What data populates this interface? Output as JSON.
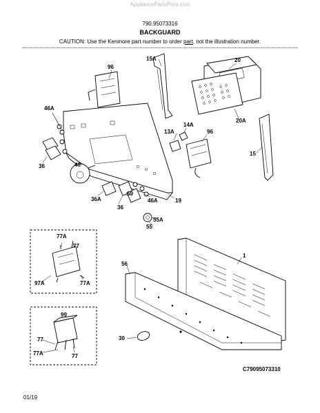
{
  "header": {
    "watermark": "AppliancePartsPros.com",
    "model_number": "790.95073316",
    "section_title": "BACKGUARD",
    "caution_prefix": "CAUTION: Use the Kenmore part number to order ",
    "caution_underlined": "part",
    "caution_suffix": ", not the illustration number."
  },
  "callouts": {
    "c96_top": "96",
    "c15a": "15A",
    "c20": "20",
    "c20a": "20A",
    "c46a_left": "46A",
    "c36_left": "36",
    "c13a": "13A",
    "c14a": "14A",
    "c96_right": "96",
    "c15": "15",
    "c46": "46",
    "c36a": "36A",
    "c69": "69",
    "c36_bottom": "36",
    "c46a_bottom": "46A",
    "c19": "19",
    "c55a": "55A",
    "c55": "55",
    "c77a_top": "77A",
    "c77_top": "77",
    "c97a": "97A",
    "c77a_right": "77A",
    "c1": "1",
    "c56": "56",
    "c99": "99",
    "c77_left": "77",
    "c77a_bottom": "77A",
    "c77_bottom": "77",
    "c30": "30"
  },
  "footer": {
    "illustration_number": "C79095073310",
    "date": "01/19"
  }
}
